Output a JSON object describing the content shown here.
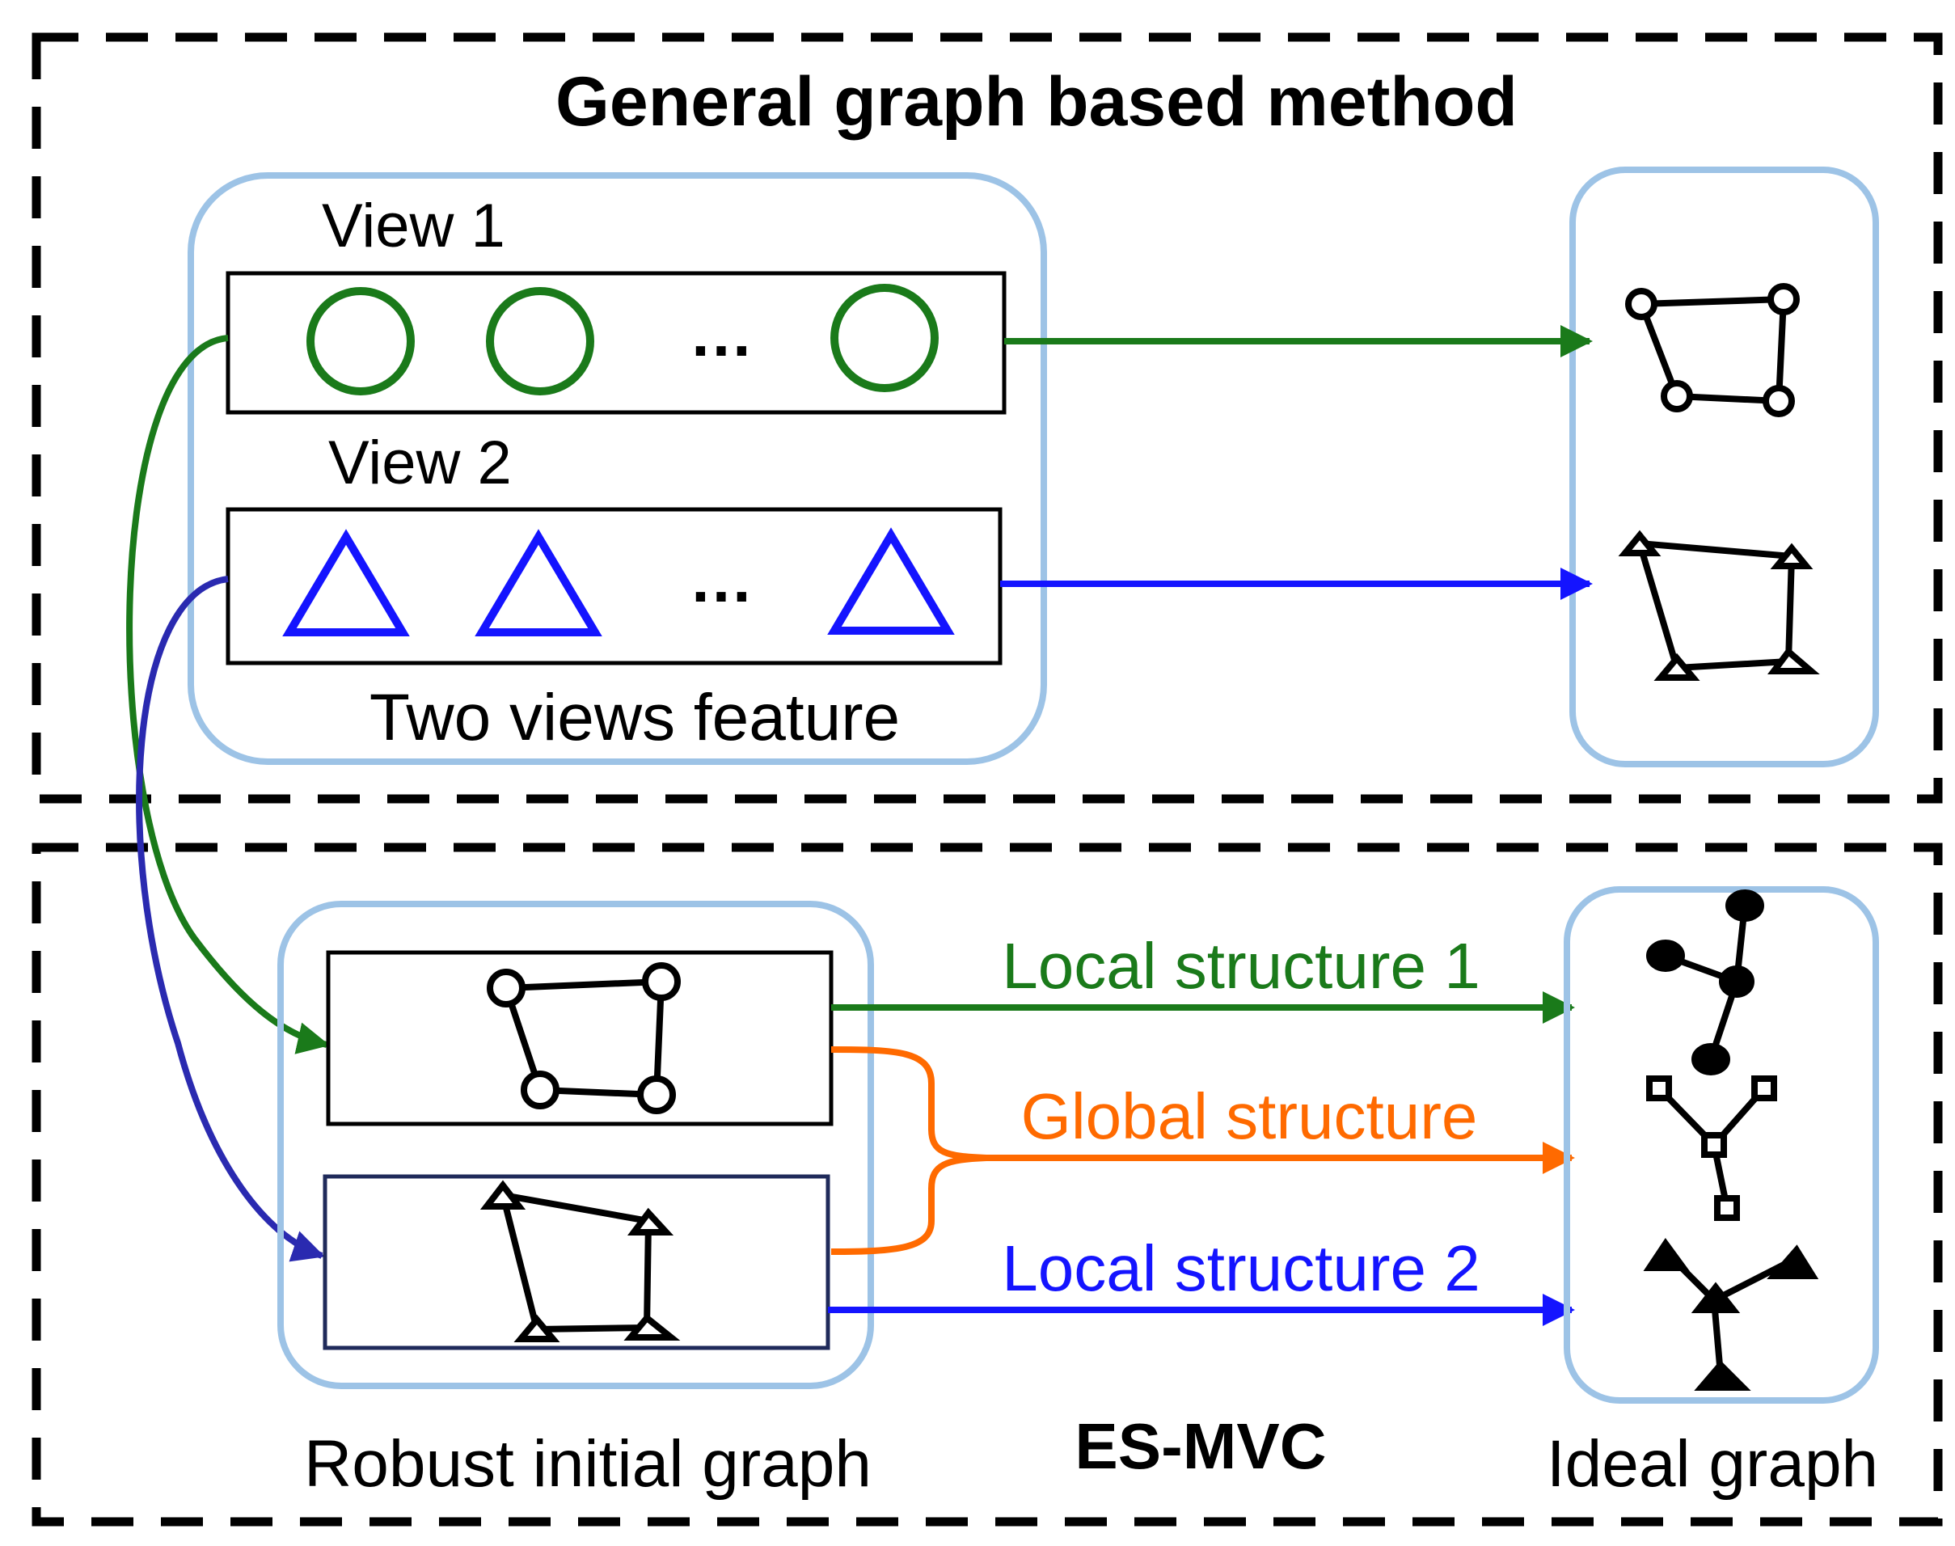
{
  "top_section": {
    "title": "General graph based method",
    "view1_label": "View 1",
    "view2_label": "View 2",
    "ellipsis1": "…",
    "ellipsis2": "…",
    "features_caption": "Two views feature"
  },
  "bottom_section": {
    "method_name": "ES-MVC",
    "initial_graph_caption": "Robust initial graph",
    "ideal_graph_caption": "Ideal graph",
    "local_structure_1": "Local structure 1",
    "global_structure": "Global structure",
    "local_structure_2": "Local structure 2"
  },
  "colors": {
    "view1": "#1a7a1a",
    "view2": "#1414ff",
    "global": "#ff6a00",
    "cross_view2": "#2a2ab0",
    "panel_border": "#9dc3e6",
    "dashed": "#000000"
  }
}
